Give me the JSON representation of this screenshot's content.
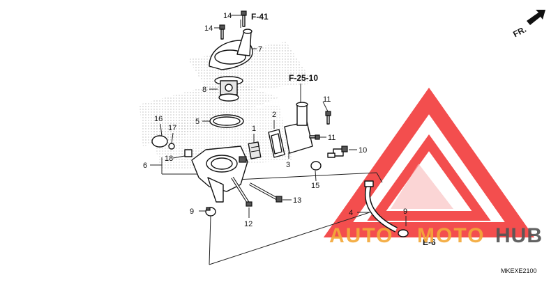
{
  "diagram": {
    "callouts": {
      "c1": "1",
      "c2": "2",
      "c3": "3",
      "c4": "4",
      "c5": "5",
      "c6": "6",
      "c7": "7",
      "c8": "8",
      "c9a": "9",
      "c9b": "9",
      "c10": "10",
      "c11a": "11",
      "c11b": "11",
      "c12": "12",
      "c13": "13",
      "c14a": "14",
      "c14b": "14",
      "c15": "15",
      "c16": "16",
      "c17": "17",
      "c18": "18"
    },
    "refs": {
      "f41": "F-41",
      "f2510": "F-25-10",
      "e6": "E-6"
    },
    "direction": "FR.",
    "diagram_code": "MKEXE2100"
  },
  "watermark": {
    "brand_auto": "AUTO",
    "brand_moto": "MOTO",
    "brand_hub": "HUB",
    "color_red": "#f23b3b",
    "color_orange": "#f4a93a",
    "color_gray": "#555555"
  }
}
